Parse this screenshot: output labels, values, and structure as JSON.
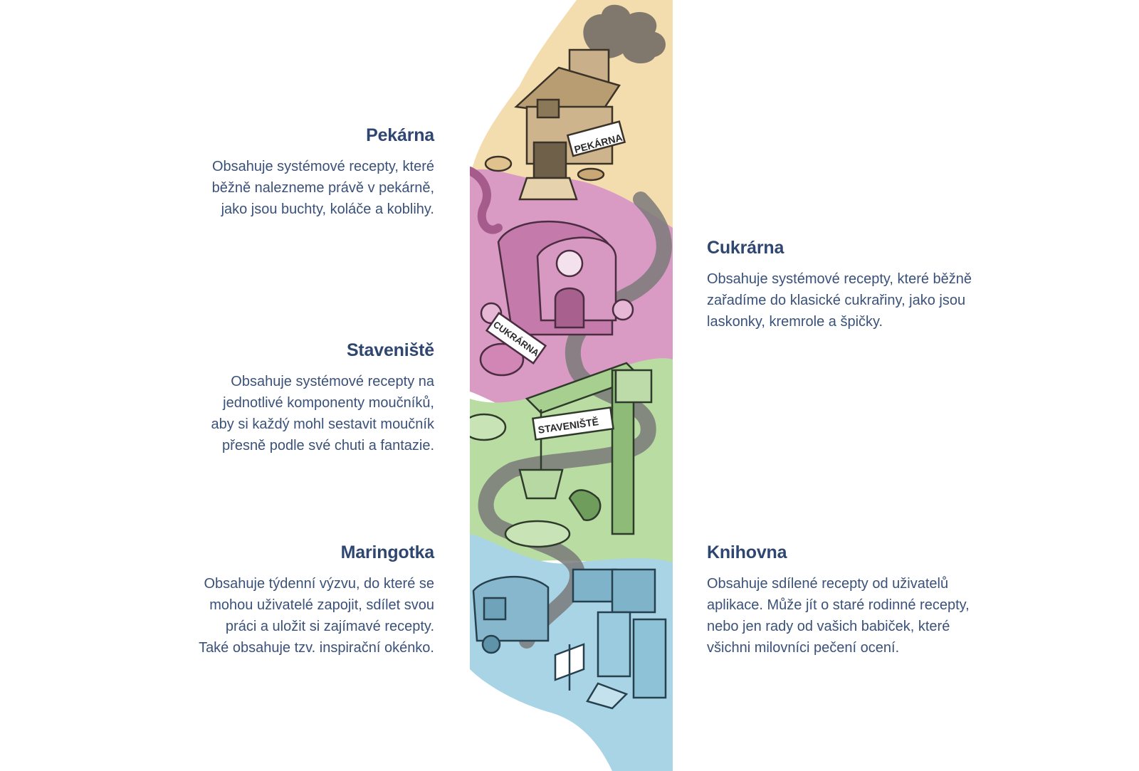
{
  "sections": {
    "pekarna": {
      "title": "Pekárna",
      "lines": [
        "Obsahuje systémové recepty, které",
        "běžně nalezneme právě v pekárně,",
        "jako jsou buchty, koláče a koblihy."
      ]
    },
    "stav": {
      "title": "Staveniště",
      "lines": [
        "Obsahuje systémové recepty na",
        "jednotlivé komponenty moučníků,",
        "aby si každý mohl sestavit moučník",
        "přesně podle své chuti a fantazie."
      ]
    },
    "maring": {
      "title": "Maringotka",
      "lines": [
        "Obsahuje týdenní výzvu, do které se",
        "mohou uživatelé zapojit, sdílet svou",
        "práci a uložit si zajímavé recepty.",
        "Také obsahuje tzv. inspirační okénko."
      ]
    },
    "cukrarna": {
      "title": "Cukrárna",
      "lines": [
        "Obsahuje systémové recepty, které běžně",
        "zařadíme do klasické cukrařiny, jako jsou",
        "laskonky, kremrole a špičky."
      ]
    },
    "knihovna": {
      "title": "Knihovna",
      "lines": [
        "Obsahuje sdílené recepty od uživatelů",
        "aplikace. Může jít o staré rodinné recepty,",
        "nebo jen rady od vašich babiček, které",
        "všichni milovníci pečení ocení."
      ]
    }
  },
  "signs": {
    "pekarna": "PEKÁRNA",
    "cukrarna": "CUKRÁRNA",
    "stav": "STAVENIŠTĚ"
  },
  "colors": {
    "text": "#2f4770",
    "bakery": "#f3dcae",
    "candy": "#d99bc4",
    "construction": "#b9dca2",
    "library": "#a8d4e6",
    "road": "#7a7a7a"
  }
}
